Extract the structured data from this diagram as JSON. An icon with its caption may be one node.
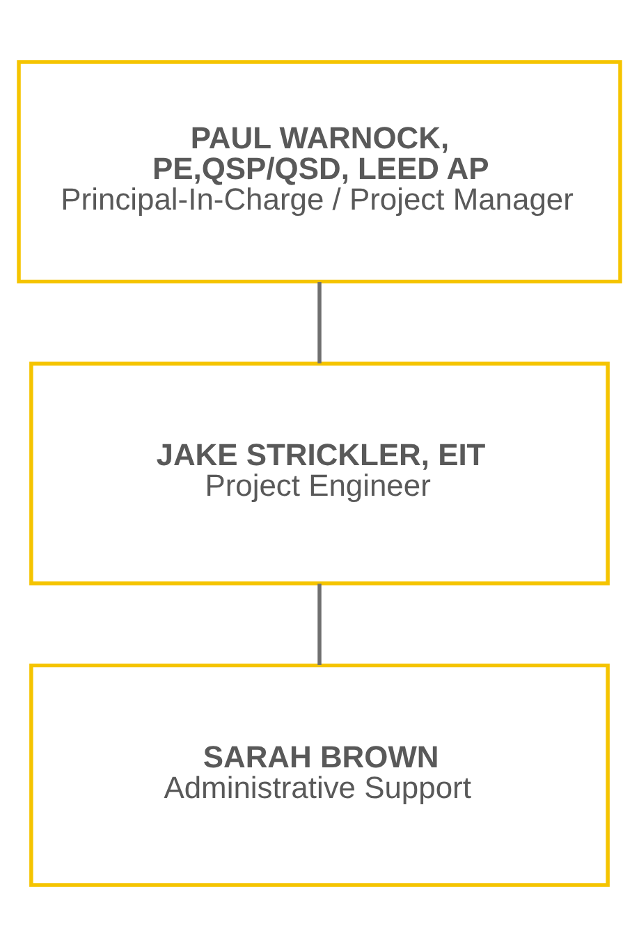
{
  "diagram": {
    "nodes": [
      {
        "text": [
          "PAUL WARNOCK, PE,QSP/QSD, LEED AP",
          "Principal-In-Charge / Project Manager"
        ]
      },
      {
        "text": [
          "JAKE STRICKLER, EIT",
          "Project Engineer"
        ]
      },
      {
        "text": [
          "SARAH BROWN",
          "Administrative Support"
        ]
      }
    ],
    "edges": [
      {
        "from": 0,
        "to": 1,
        "arrow": "none"
      },
      {
        "from": 1,
        "to": 2,
        "arrow": "none"
      }
    ]
  }
}
